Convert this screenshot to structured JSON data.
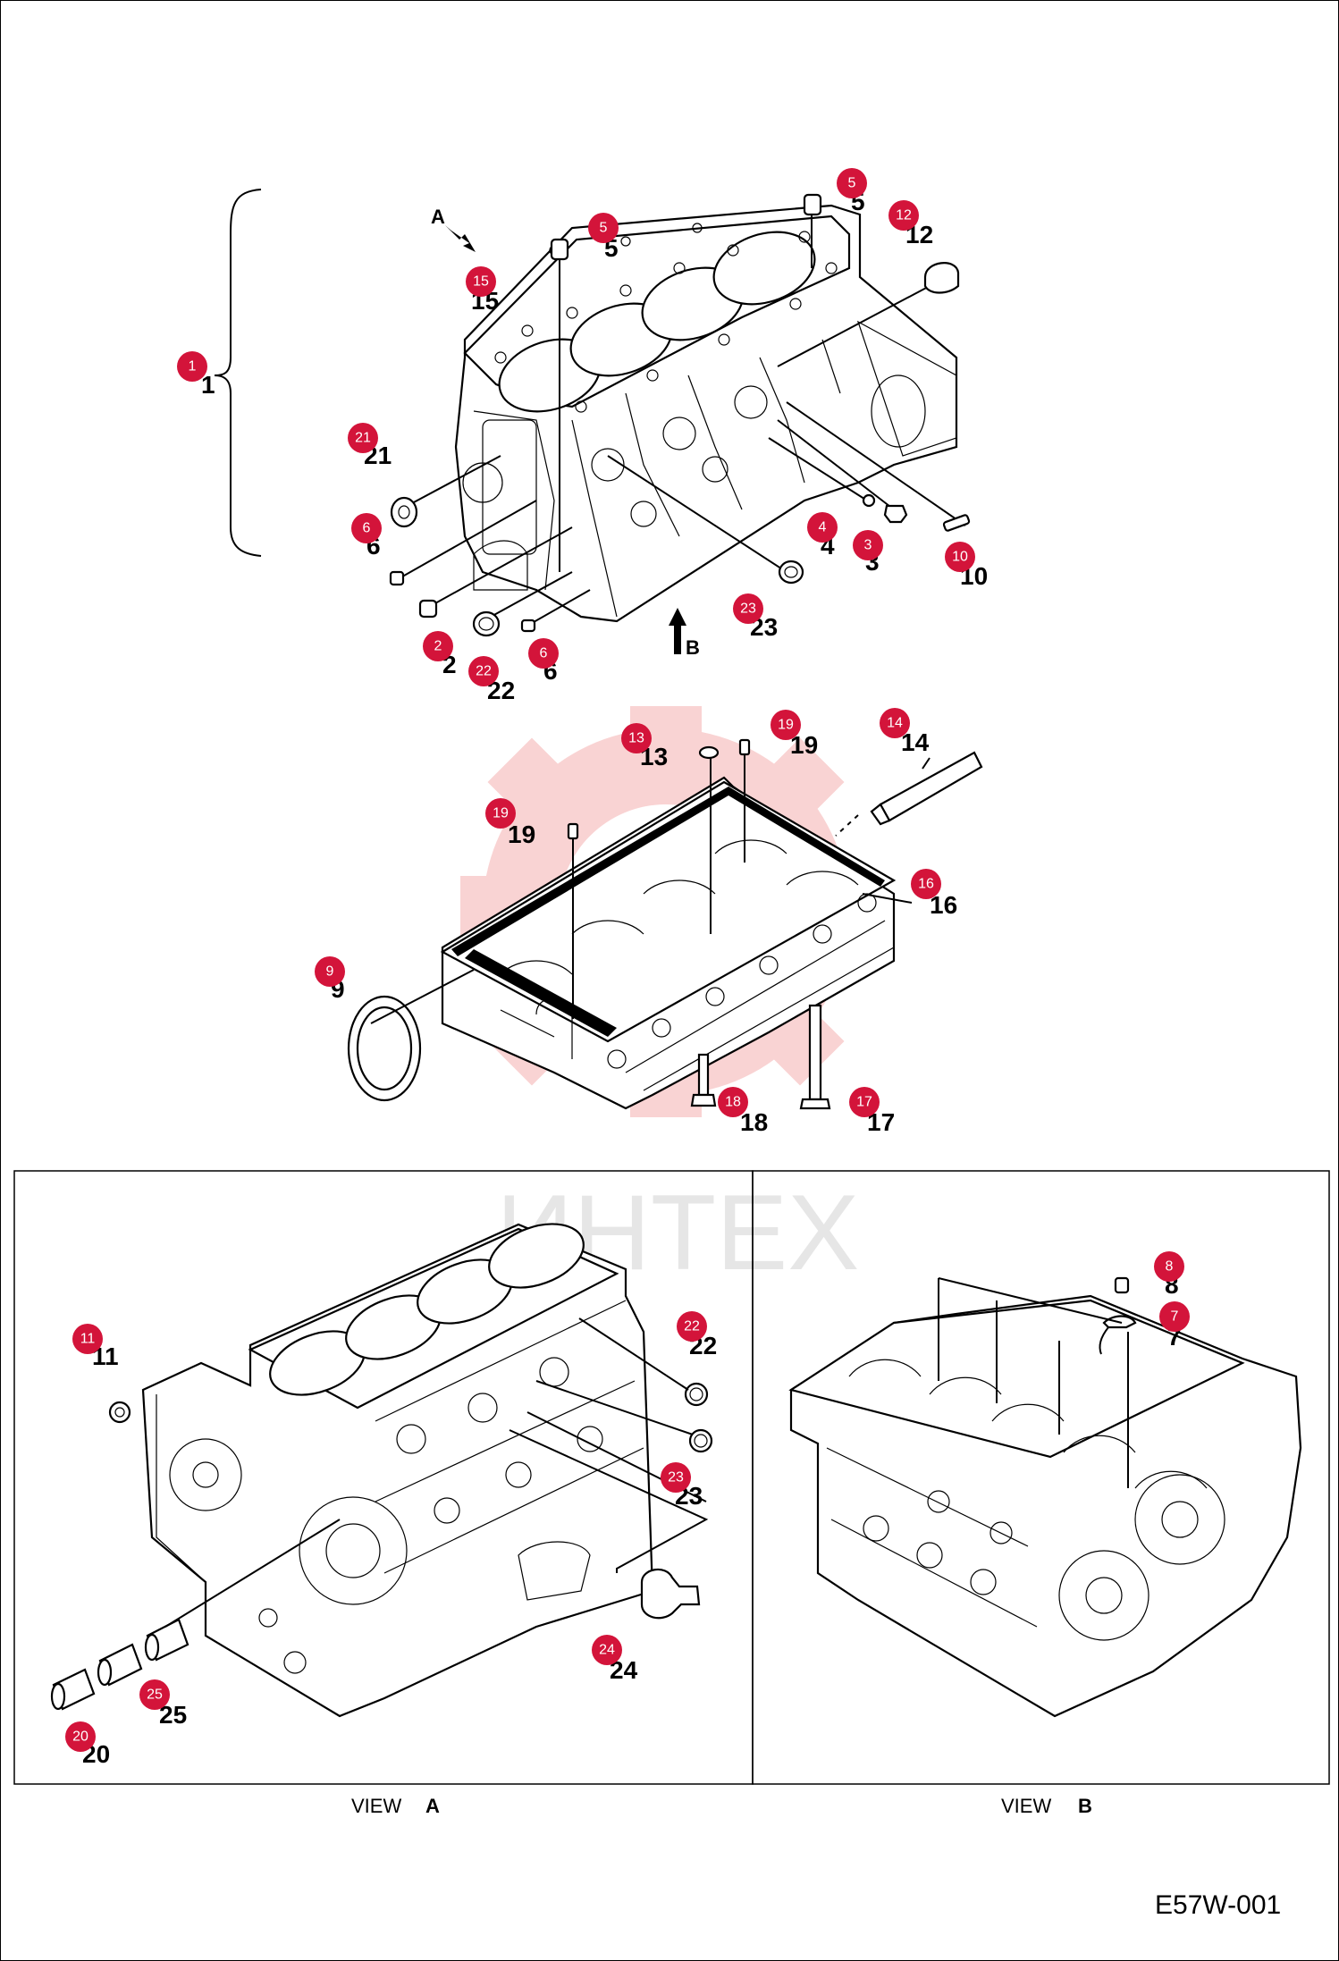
{
  "watermark": "ИНТЕХ",
  "drawing_code": "E57W-001",
  "views": {
    "a": {
      "prefix": "VIEW",
      "letter": "A"
    },
    "b": {
      "prefix": "VIEW",
      "letter": "B"
    }
  },
  "arrows": {
    "a": "A",
    "b": "B"
  },
  "colors": {
    "badge": "#d3143a",
    "watermark_gear": "#f7c4c4"
  },
  "callouts": [
    {
      "n": "1"
    },
    {
      "n": "2"
    },
    {
      "n": "3"
    },
    {
      "n": "4"
    },
    {
      "n": "5"
    },
    {
      "n": "5"
    },
    {
      "n": "6"
    },
    {
      "n": "6"
    },
    {
      "n": "7"
    },
    {
      "n": "8"
    },
    {
      "n": "9"
    },
    {
      "n": "10"
    },
    {
      "n": "11"
    },
    {
      "n": "12"
    },
    {
      "n": "13"
    },
    {
      "n": "14"
    },
    {
      "n": "15"
    },
    {
      "n": "16"
    },
    {
      "n": "17"
    },
    {
      "n": "18"
    },
    {
      "n": "19"
    },
    {
      "n": "19"
    },
    {
      "n": "20"
    },
    {
      "n": "21"
    },
    {
      "n": "22"
    },
    {
      "n": "22"
    },
    {
      "n": "23"
    },
    {
      "n": "23"
    },
    {
      "n": "24"
    },
    {
      "n": "25"
    }
  ]
}
